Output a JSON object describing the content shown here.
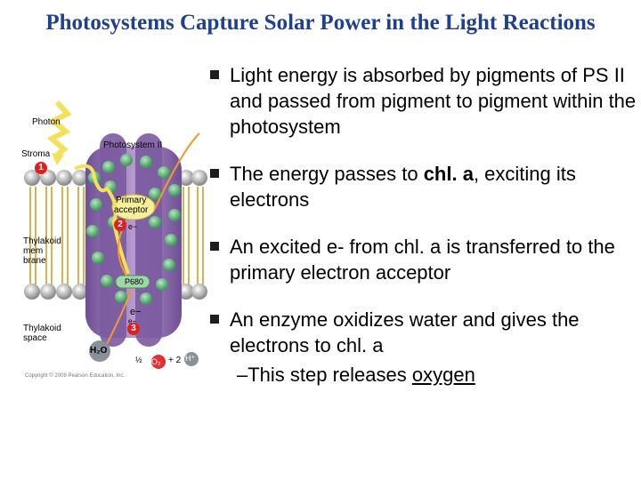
{
  "title": "Photosystems Capture Solar Power in the Light Reactions",
  "bullets": [
    {
      "text": "Light energy is absorbed by pigments of PS II and passed from pigment to pigment within the photosystem"
    },
    {
      "pre": "The energy passes to ",
      "bold": "chl. a",
      "post": ", exciting its electrons"
    },
    {
      "text": "An excited e- from chl. a is transferred to the primary electron acceptor"
    },
    {
      "text": "An enzyme oxidizes water and gives the electrons to chl. a",
      "sub_pre": "–This step releases ",
      "sub_link": "oxygen"
    }
  ],
  "figure": {
    "photon": "Photon",
    "photosystem": "Photosystem II",
    "stroma": "Stroma",
    "primary_acceptor_1": "Primary",
    "primary_acceptor_2": "acceptor",
    "thylakoid_membrane_1": "Thylakoid",
    "thylakoid_membrane_2": "mem",
    "thylakoid_membrane_3": "brane",
    "thylakoid_space_1": "Thylakoid",
    "thylakoid_space_2": "space",
    "p680": "P680",
    "electron": "e−",
    "electron_small": "e−",
    "electron_small2": "e−",
    "step1": "1",
    "step2": "2",
    "step3": "3",
    "water": "H₂O",
    "half": "½",
    "oxygen": "O₂",
    "plus_two": "+ 2",
    "hydrogen": "H⁺",
    "copyright": "Copyright © 2009 Pearson Education, Inc."
  },
  "colors": {
    "title": "#1f3f8f",
    "step_dot": "#e02020",
    "photosystem": "#8b6aa8"
  }
}
